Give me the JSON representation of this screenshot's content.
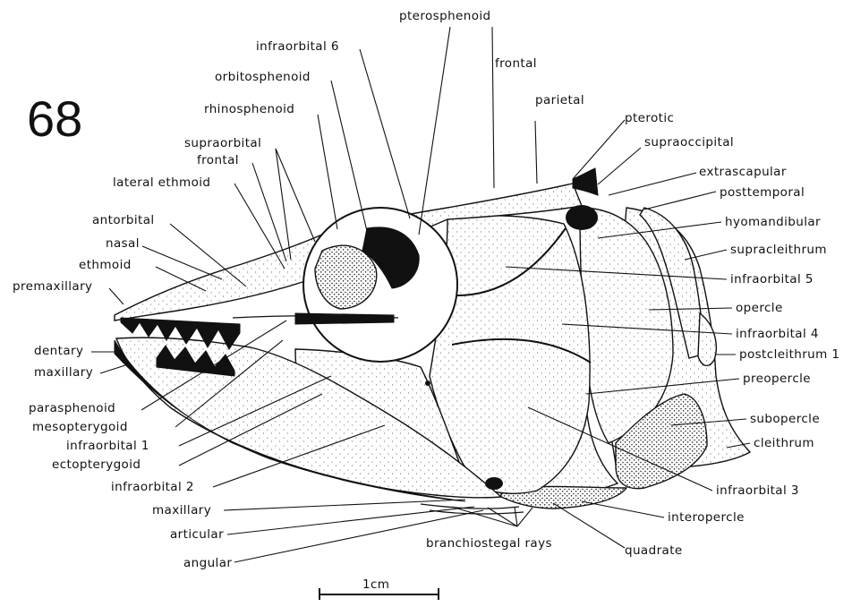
{
  "figure_number": "68",
  "scale_bar_label": "1cm",
  "labels": {
    "pterosphenoid": "pterosphenoid",
    "infraorbital_6": "infraorbital 6",
    "orbitosphenoid": "orbitosphenoid",
    "rhinosphenoid": "rhinosphenoid",
    "supraorbital": "supraorbital",
    "frontal_left": "frontal",
    "lateral_ethmoid": "lateral ethmoid",
    "antorbital": "antorbital",
    "nasal": "nasal",
    "ethmoid": "ethmoid",
    "premaxillary": "premaxillary",
    "dentary": "dentary",
    "maxillary_upper": "maxillary",
    "parasphenoid": "parasphenoid",
    "mesopterygoid": "mesopterygoid",
    "infraorbital_1": "infraorbital 1",
    "ectopterygoid": "ectopterygoid",
    "infraorbital_2": "infraorbital 2",
    "maxillary_lower": "maxillary",
    "articular": "articular",
    "angular": "angular",
    "frontal_top": "frontal",
    "parietal": "parietal",
    "pterotic": "pterotic",
    "supraoccipital": "supraoccipital",
    "extrascapular": "extrascapular",
    "posttemporal": "posttemporal",
    "hyomandibular": "hyomandibular",
    "supracleithrum": "supracleithrum",
    "infraorbital_5": "infraorbital 5",
    "opercle": "opercle",
    "infraorbital_4": "infraorbital 4",
    "postcleithrum_1": "postcleithrum 1",
    "preopercle": "preopercle",
    "subopercle": "subopercle",
    "cleithrum": "cleithrum",
    "infraorbital_3": "infraorbital 3",
    "interopercle": "interopercle",
    "branchiostegal_rays": "branchiostegal rays",
    "quadrate": "quadrate"
  }
}
